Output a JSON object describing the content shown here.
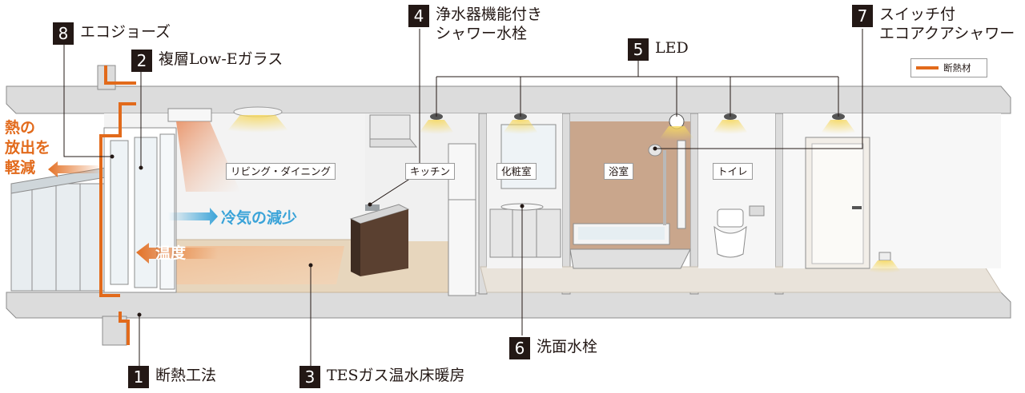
{
  "colors": {
    "insulation": "#e26a1b",
    "cold_arrow": "#3aa3d8",
    "bath_wall": "#c9a68c",
    "kitchen_cabinet": "#5a4030",
    "floor_wood": "#e7d6bd",
    "floor_deck": "#e9e3da",
    "slab": "#d8d8d8",
    "light": "#f6d860"
  },
  "callouts": [
    {
      "num": "1",
      "text": "断熱工法"
    },
    {
      "num": "2",
      "text": "複層Low-Eガラス"
    },
    {
      "num": "3",
      "text": "TESガス温水床暖房"
    },
    {
      "num": "4",
      "text": "浄水器機能付き\nシャワー水栓"
    },
    {
      "num": "5",
      "text": "LED"
    },
    {
      "num": "6",
      "text": "洗面水栓"
    },
    {
      "num": "7",
      "text": "スイッチ付\nエコアクアシャワー"
    },
    {
      "num": "8",
      "text": "エコジョーズ"
    }
  ],
  "rooms": {
    "living": "リビング・ダイニング",
    "kitchen": "キッチン",
    "powder": "化粧室",
    "bath": "浴室",
    "toilet": "トイレ"
  },
  "legend": {
    "label": "断熱材"
  },
  "heat_text": "熱の\n放出を\n軽減",
  "cold_text": "冷気の減少",
  "temp_text": "温度"
}
